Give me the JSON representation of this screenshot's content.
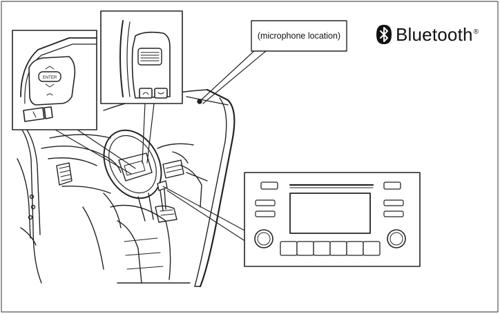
{
  "callout": {
    "microphone_label": "(microphone location)"
  },
  "brand": {
    "name": "Bluetooth",
    "mark": "®",
    "icon": "bluetooth-icon"
  },
  "audio_unit": {
    "preset_buttons_count": 6
  },
  "colors": {
    "line": "#222222",
    "background": "#ffffff"
  }
}
